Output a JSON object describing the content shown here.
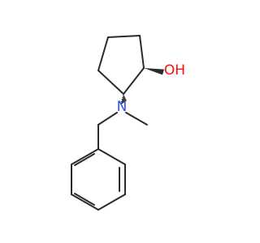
{
  "molecule": {
    "atom_labels": {
      "hydroxyl": "OH",
      "amine": "N"
    },
    "label_colors": {
      "hydroxyl": "#ff0d0d",
      "amine": "#3050f8"
    },
    "bond_color": "#2b2b2b",
    "stereo_bonds": {
      "c1_to_oxygen": "wedge",
      "c2_to_nitrogen": "hashed-wedge"
    }
  }
}
